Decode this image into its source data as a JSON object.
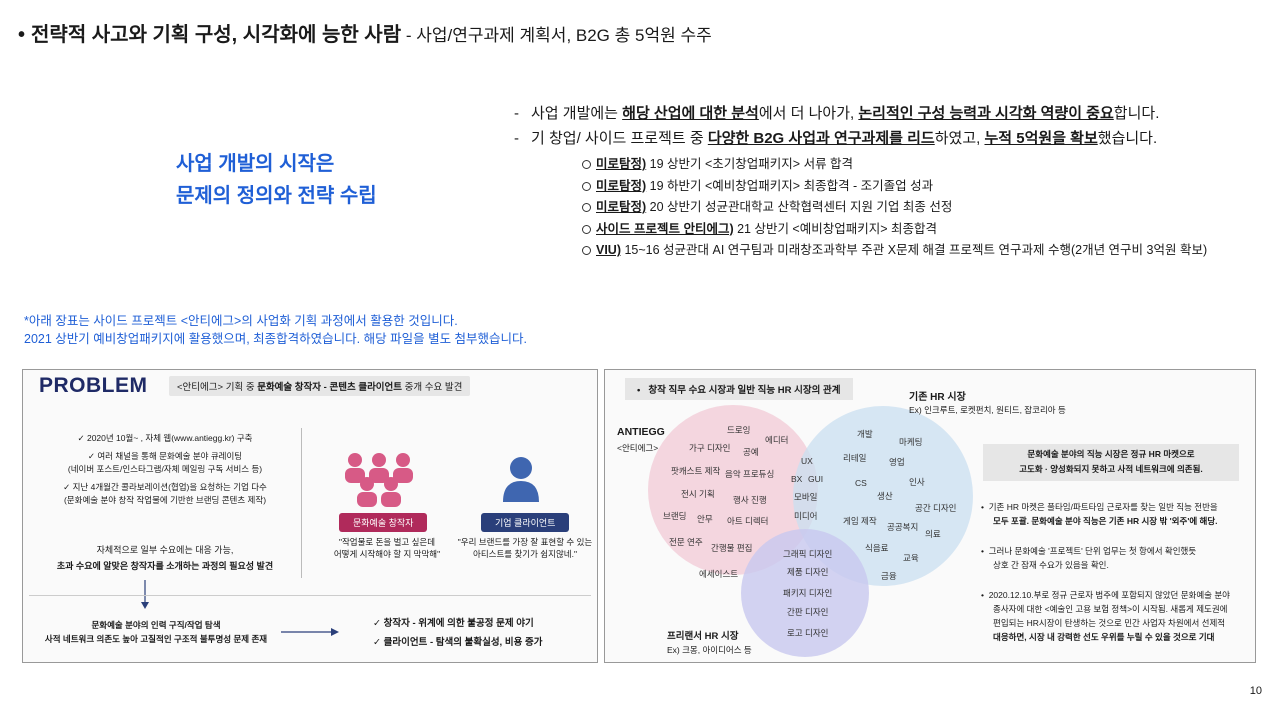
{
  "header": {
    "bullet": "•",
    "title_bold": "전략적 사고와 기획 구성, 시각화에 능한 사람",
    "title_sub": " - 사업/연구과제 계획서, B2G 총 5억원 수주"
  },
  "subhead": {
    "line1": "사업 개발의 시작은",
    "line2": "문제의 정의와 전략 수립"
  },
  "dash_items": [
    {
      "pre": "사업 개발에는 ",
      "b1": "해당 산업에 대한 분석",
      "mid": "에서 더 나아가, ",
      "b2": "논리적인 구성 능력과 시각화 역량이 중요",
      "post": "합니다."
    },
    {
      "pre": "기 창업/ 사이드 프로젝트 중 ",
      "b1": "다양한 B2G 사업과 연구과제를 리드",
      "mid": "하였고, ",
      "b2": "누적 5억원을 확보",
      "post": "했습니다."
    }
  ],
  "sub_items": [
    {
      "label": "미로탐정)",
      "text": " 19 상반기 <초기창업패키지> 서류 합격"
    },
    {
      "label": "미로탐정)",
      "text": " 19 하반기 <예비창업패키지> 최종합격 - 조기졸업 성과"
    },
    {
      "label": "미로탐정)",
      "text": " 20 상반기 성균관대학교 산학협력센터 지원 기업 최종 선정"
    },
    {
      "label": "사이드 프로젝트 안티에그)",
      "text": " 21 상반기 <예비창업패키지> 최종합격"
    },
    {
      "label": "VIU)",
      "text": " 15~16 성균관대 AI 연구팀과 미래창조과학부 주관 X문제 해결 프로젝트 연구과제 수행(2개년 연구비 3억원 확보)"
    }
  ],
  "note": {
    "line1": "*아래 장표는 사이드 프로젝트 <안티에그>의 사업화 기획 과정에서 활용한 것입니다.",
    "line2": "2021 상반기 예비창업패키지에 활용했으며, 최종합격하였습니다. 해당 파일을 별도 첨부했습니다."
  },
  "left_panel": {
    "title": "PROBLEM",
    "tag_pre": "<안티에그> 기획 중 ",
    "tag_bold": "문화예술 창작자 - 콘텐츠 클라이언트",
    "tag_post": " 중개 수요 발견",
    "checks": [
      {
        "mark": "✓",
        "text": " 2020년 10월~ , 자체 웹(www.antiegg.kr) 구축"
      },
      {
        "mark": "✓",
        "text": " 여러 채널을 통해 문화예술 분야 큐레이팅"
      },
      {
        "mark": "",
        "text": "(네이버 포스트/인스타그램/자체 메일링 구독 서비스 등)"
      },
      {
        "mark": "✓",
        "text": " 지난 4개월간 콜라보레이션(협업)을 요청하는 기업 다수"
      },
      {
        "mark": "",
        "text": "(문화예술 분야 창작 작업물에 기반한 브랜딩 콘텐츠 제작)"
      }
    ],
    "conclusion1": "자체적으로 일부 수요에는 대응 가능,",
    "conclusion2": "초과 수요에 알맞은 창작자를 소개하는 과정의 필요성 발견",
    "pill_creator": "문화예술 창작자",
    "pill_client": "기업 클라이언트",
    "quote_creator1": "\"작업물로 돈을 벌고 싶은데",
    "quote_creator2": "어떻게 시작해야 할 지 막막해\"",
    "quote_client1": "\"우리 브랜드를 가장 잘 표현할 수 있는",
    "quote_client2": "아티스트를 찾기가 쉽지않네.\"",
    "bottom1": "문화예술 분야의 인력 구직/작업 탐색",
    "bottom2": "사적 네트워크 의존도 높아 고질적인 구조적 불투명성 문제 존재",
    "result1": "✓ 창작자 - 위계에 의한 불공정 문제 야기",
    "result2": "✓ 클라이언트 - 탐색의 불확실성, 비용 증가",
    "colors": {
      "title": "#1f2a66",
      "pill_creator": "#b02a5b",
      "pill_client": "#2a3f7a",
      "people_pink": "#d75a86",
      "person_blue": "#3f66b0"
    }
  },
  "right_panel": {
    "tag": "창작 직무 수요 시장과 일반 직능 HR 시장의 관계",
    "antiegg": "ANTIEGG",
    "antiegg_sub": "<안티에그>",
    "hr_title": "기존 HR 시장",
    "hr_sub": "Ex) 인크루트, 로켓펀치, 원티드, 잡코리아 등",
    "freelance_title": "프리랜서 HR 시장",
    "freelance_sub": "Ex) 크몽, 아이디어스 등",
    "pink_words": [
      "드로잉",
      "에디터",
      "가구 디자인",
      "공예",
      "팟캐스트 제작",
      "음악 프로듀싱",
      "전시 기획",
      "행사 진행",
      "브랜딩",
      "안무",
      "아트 디렉터",
      "전문 연주",
      "간행물 편집",
      "에세이스트"
    ],
    "center_words": [
      "UX",
      "BX",
      "GUI",
      "모바일",
      "미디어"
    ],
    "blue_words": [
      "개발",
      "마케팅",
      "리테일",
      "영업",
      "인사",
      "CS",
      "생산",
      "공간 디자인",
      "게임 제작",
      "공공복지",
      "의료",
      "식음료",
      "교육",
      "금융"
    ],
    "purple_words": [
      "그래픽 디자인",
      "제품 디자인",
      "패키지 디자인",
      "간판 디자인",
      "로고 디자인"
    ],
    "box1": "문화예술 분야의 직능 시장은 정규 HR 마켓으로",
    "box2": "고도화 · 양성화되지 못하고 사적 네트워크에 의존됨.",
    "bullets": [
      [
        "기존 HR 마켓은 풀타임/파트타임 근로자를 찾는 일반 직능 전반을",
        "모두 포괄. 문화예술 분야 직능은 기존 HR 시장 밖 '외주'에 해당."
      ],
      [
        "그러나 문화예술 '프로젝트' 단위 업무는 첫 항에서 확인했듯",
        "상호 간 잠재 수요가 있음을 확인."
      ],
      [
        "2020.12.10.부로 정규 근로자 범주에 포함되지 않았던 문화예술 분야",
        "종사자에 대한 <예술인 고용 보험 정책>이 시작됨. 새롭게 제도권에",
        "편입되는 HR시장이 탄생하는 것으로 민간 사업자 차원에서 선제적",
        "대응하면, 시장 내 강력한 선도 우위를 누릴 수 있을 것으로 기대"
      ]
    ],
    "colors": {
      "pink": "#f2c9d6",
      "blue": "#c9dff0",
      "purple": "#c8c8ef"
    }
  },
  "page_number": "10"
}
